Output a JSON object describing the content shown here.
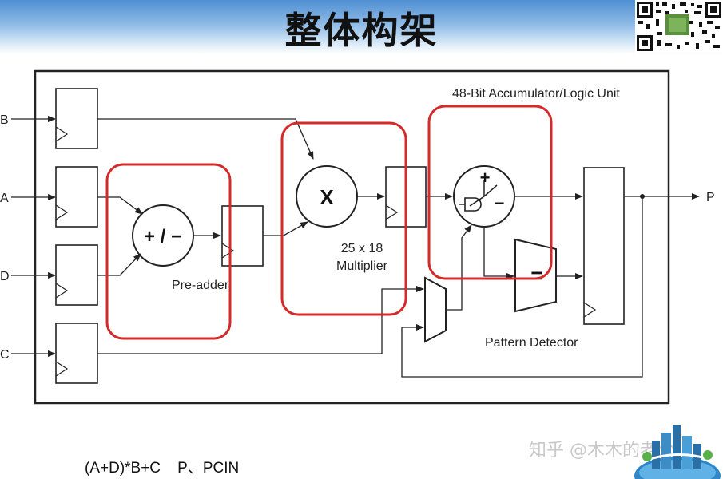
{
  "header": {
    "title": "整体构架"
  },
  "diagram": {
    "accumulator_label": "48-Bit Accumulator/Logic Unit",
    "preadder_symbol": "+ / −",
    "preadder_label": "Pre-adder",
    "multiplier_symbol": "X",
    "multiplier_size": "25 x 18",
    "multiplier_label": "Multiplier",
    "alu_plus": "+",
    "alu_minus": "−",
    "comparator_symbol": "=",
    "pattern_detector_label": "Pattern Detector",
    "inputs": {
      "b": "B",
      "a": "A",
      "d": "D",
      "c": "C"
    },
    "output": "P",
    "highlight_color": "#d42a2a"
  },
  "caption": "(A+D)*B+C    P、PCIN",
  "watermark": "知乎 @木木的老公"
}
